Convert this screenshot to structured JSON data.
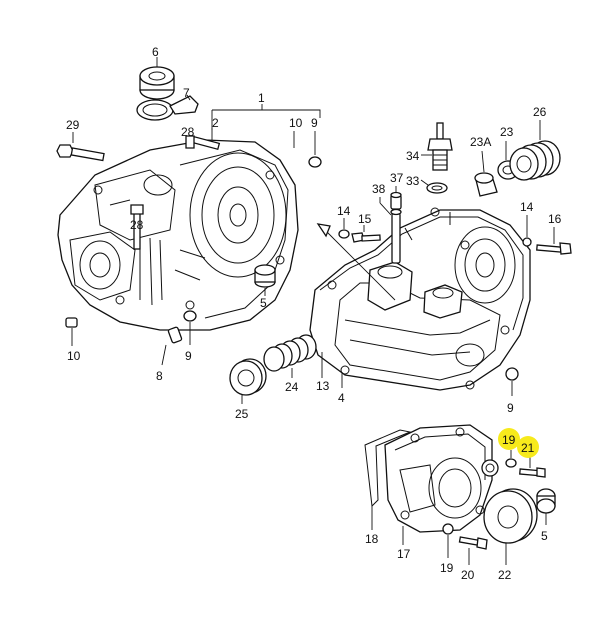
{
  "diagram": {
    "highlight_color": "#f7ea1c",
    "labels": {
      "p1": "1",
      "p2": "2",
      "p4": "4",
      "p5a": "5",
      "p5b": "5",
      "p6": "6",
      "p7": "7",
      "p8": "8",
      "p9a": "9",
      "p9b": "9",
      "p9c": "9",
      "p10a": "10",
      "p10b": "10",
      "p13": "13",
      "p14a": "14",
      "p14b": "14",
      "p15": "15",
      "p16": "16",
      "p17": "17",
      "p18": "18",
      "p19a": "19",
      "p19b": "19",
      "p20": "20",
      "p21": "21",
      "p22": "22",
      "p23": "23",
      "p23a": "23A",
      "p24": "24",
      "p25": "25",
      "p26": "26",
      "p28a": "28",
      "p28b": "28",
      "p29": "29",
      "p33": "33",
      "p34": "34",
      "p37": "37",
      "p38": "38"
    },
    "highlighted": [
      "19",
      "21"
    ]
  }
}
